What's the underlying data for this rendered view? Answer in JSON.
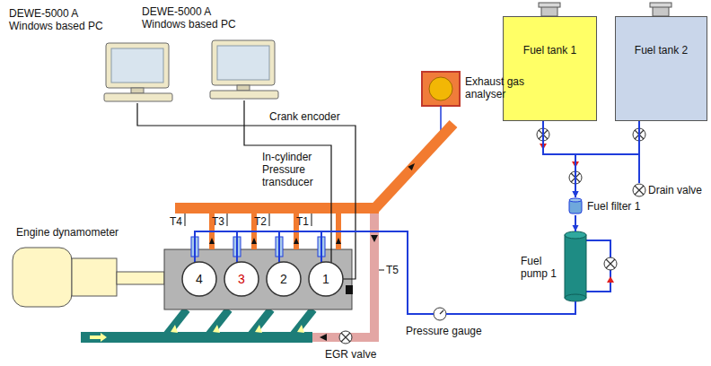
{
  "diagram": {
    "nodes": [
      {
        "text": [
          "DEWE-5000 A Windows based PC"
        ]
      },
      {
        "text": [
          "DEWE-5000 A Windows based PC"
        ]
      },
      {
        "text": [
          "Fuel tank 1"
        ]
      },
      {
        "text": [
          "Fuel tank 2"
        ]
      },
      {
        "text": [
          "Exhaust gas analyser"
        ]
      },
      {
        "text": [
          "Drain valve"
        ]
      },
      {
        "text": [
          "Fuel filter 1"
        ]
      },
      {
        "text": [
          "Fuel pump 1"
        ]
      },
      {
        "text": [
          "Engine dynamometer"
        ]
      },
      {
        "text": [
          "4"
        ]
      },
      {
        "text": [
          "3"
        ]
      },
      {
        "text": [
          "2"
        ]
      },
      {
        "text": [
          "1"
        ]
      },
      {
        "text": [
          "Pressure gauge"
        ]
      }
    ],
    "edges": [
      {
        "from": 0,
        "to": 12,
        "arrow": "none"
      },
      {
        "from": 1,
        "to": 12,
        "arrow": "none"
      },
      {
        "from": 2,
        "to": 6,
        "arrow": "to"
      },
      {
        "from": 3,
        "to": 6,
        "arrow": "to"
      },
      {
        "from": 3,
        "to": 5,
        "arrow": "none"
      },
      {
        "from": 6,
        "to": 7,
        "arrow": "to"
      },
      {
        "from": 7,
        "to": 13,
        "arrow": "none"
      },
      {
        "from": 13,
        "to": 9,
        "arrow": "none"
      },
      {
        "from": 13,
        "to": 10,
        "arrow": "none"
      },
      {
        "from": 13,
        "to": 11,
        "arrow": "none"
      },
      {
        "from": 13,
        "to": 12,
        "arrow": "none"
      }
    ],
    "labels": [
      "Crank encoder",
      "In-cylinder Pressure transducer",
      "T4",
      "T3",
      "T2",
      "T1",
      "T5",
      "EGR valve"
    ]
  }
}
